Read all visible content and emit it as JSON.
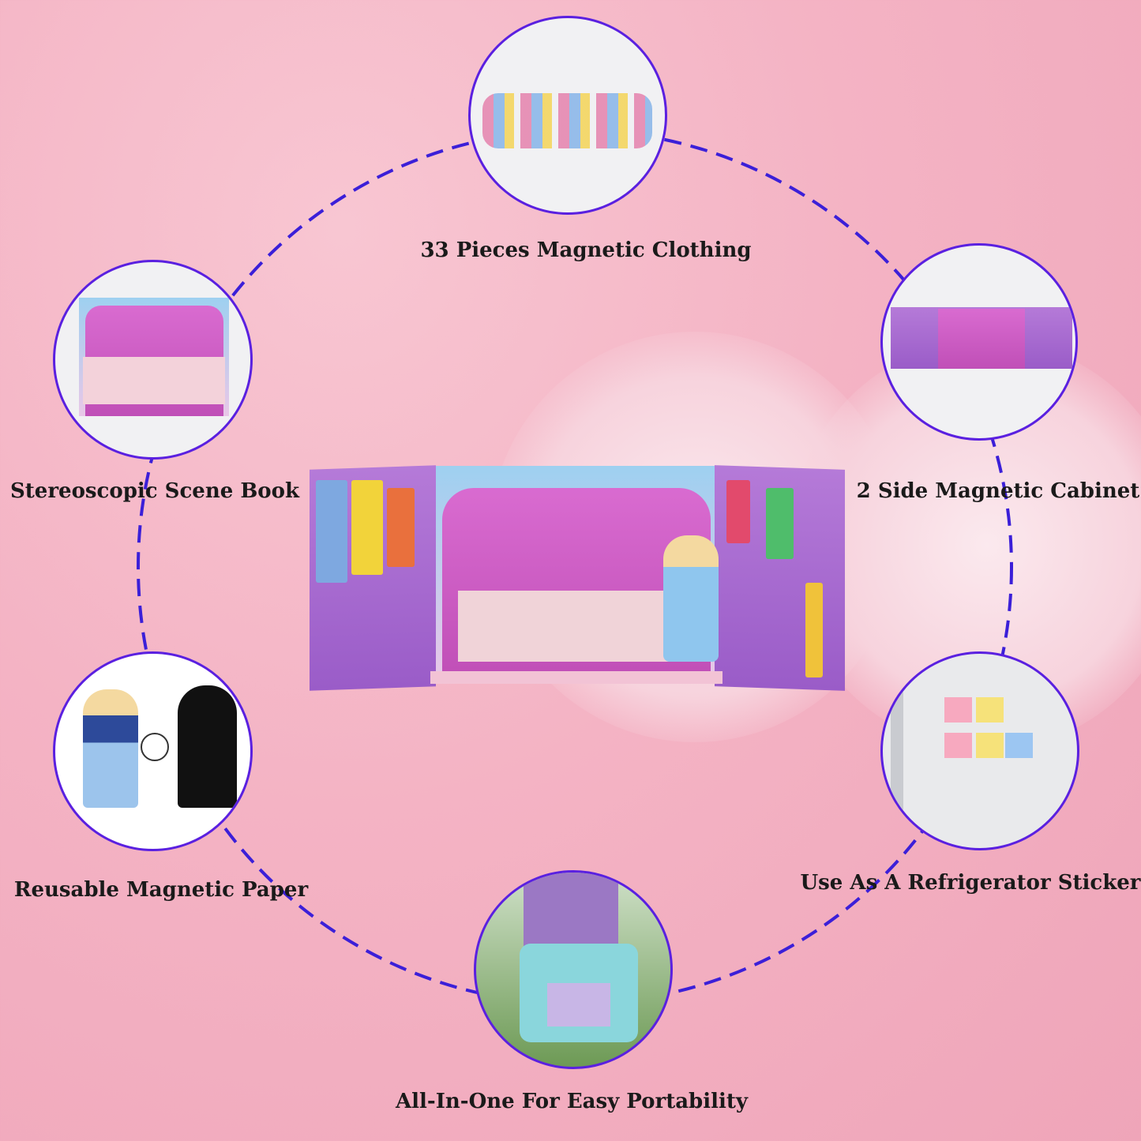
{
  "features": [
    {
      "label": "33 Pieces Magnetic Clothing",
      "icon": "clothing-pieces-photo"
    },
    {
      "label": "Stereoscopic Scene Book",
      "icon": "scene-book-photo"
    },
    {
      "label": "2 Side Magnetic Cabinet",
      "icon": "cabinet-photo"
    },
    {
      "label": "Reusable Magnetic Paper",
      "icon": "reusable-doll-photo"
    },
    {
      "label": "Use As A Refrigerator Sticker",
      "icon": "refrigerator-photo"
    },
    {
      "label": "All-In-One For Easy Portability",
      "icon": "bag-photo"
    }
  ],
  "colors": {
    "ring": "#3b1fd8",
    "bubble_border": "#5a20e0",
    "background": "#f4b3c4"
  }
}
